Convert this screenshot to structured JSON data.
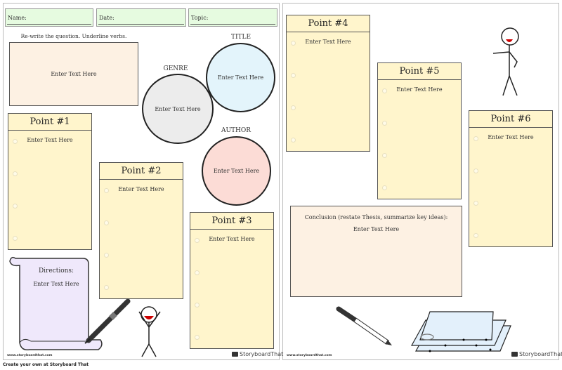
{
  "fields": {
    "name": "Name:",
    "date": "Date:",
    "topic": "Topic:"
  },
  "question": {
    "instruction": "Re-write the question. Underline verbs.",
    "text": "Enter Text Here"
  },
  "circles": {
    "title_label": "TITLE",
    "title_text": "Enter Text Here",
    "genre_label": "GENRE",
    "genre_text": "Enter Text Here",
    "author_label": "AUTHOR",
    "author_text": "Enter Text Here"
  },
  "points": [
    {
      "title": "Point #1",
      "text": "Enter Text Here"
    },
    {
      "title": "Point #2",
      "text": "Enter Text Here"
    },
    {
      "title": "Point #3",
      "text": "Enter Text Here"
    },
    {
      "title": "Point #4",
      "text": "Enter Text Here"
    },
    {
      "title": "Point #5",
      "text": "Enter Text Here"
    },
    {
      "title": "Point #6",
      "text": "Enter Text Here"
    }
  ],
  "directions": {
    "label": "Directions:",
    "text": "Enter Text Here"
  },
  "conclusion": {
    "label": "Conclusion (restate Thesis, summarize key ideas):",
    "text": "Enter Text Here"
  },
  "watermark": "www.storyboardthat.com",
  "logo": "StoryboardThat",
  "footer": "Create your own at Storyboard That",
  "colors": {
    "field": "#e6fbe0",
    "peach": "#fdf1e3",
    "title": "#e3f4fb",
    "genre": "#ececec",
    "author": "#fcdcd6",
    "point": "#fff5cc",
    "scroll": "#efe8fb"
  }
}
